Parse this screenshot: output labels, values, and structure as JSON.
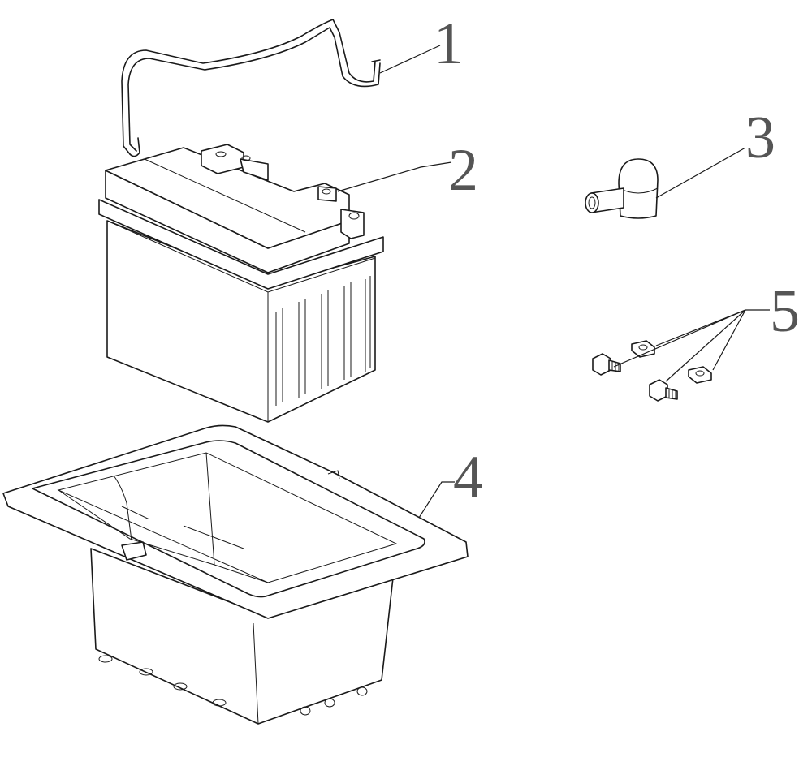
{
  "callouts": {
    "c1": "1",
    "c2": "2",
    "c3": "3",
    "c4": "4",
    "c5": "5"
  },
  "colors": {
    "line": "#1a1a1a",
    "callout_text": "#555555",
    "background": "#ffffff"
  }
}
